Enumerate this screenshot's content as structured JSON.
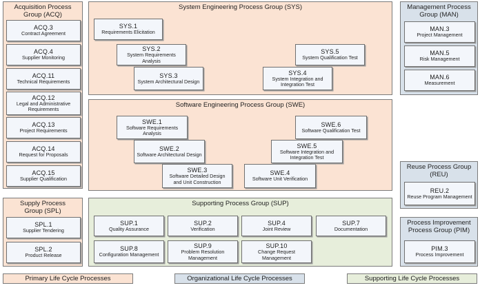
{
  "groups": {
    "acq": {
      "title": "Acquisition Process Group (ACQ)",
      "items": [
        {
          "id": "ACQ.3",
          "name": "Contract Agreement"
        },
        {
          "id": "ACQ.4",
          "name": "Supplier Monitoring"
        },
        {
          "id": "ACQ.11",
          "name": "Technical Requirements"
        },
        {
          "id": "ACQ.12",
          "name": "Legal and Administrative Requirements"
        },
        {
          "id": "ACQ.13",
          "name": "Project Requirements"
        },
        {
          "id": "ACQ.14",
          "name": "Request for Proposals"
        },
        {
          "id": "ACQ.15",
          "name": "Supplier Qualification"
        }
      ]
    },
    "sys": {
      "title": "System Engineering Process Group (SYS)",
      "items": [
        {
          "id": "SYS.1",
          "name": "Requirements Elicitation"
        },
        {
          "id": "SYS.2",
          "name": "System Requirements Analysis"
        },
        {
          "id": "SYS.3",
          "name": "System Architectural Design"
        },
        {
          "id": "SYS.4",
          "name": "System Integration and Integration Test"
        },
        {
          "id": "SYS.5",
          "name": "System Qualification Test"
        }
      ]
    },
    "swe": {
      "title": "Software Engineering Process Group (SWE)",
      "items": [
        {
          "id": "SWE.1",
          "name": "Software Requirements Analysis"
        },
        {
          "id": "SWE.2",
          "name": "Software Architectural Design"
        },
        {
          "id": "SWE.3",
          "name": "Software Detailed Design and Unit Construction"
        },
        {
          "id": "SWE.4",
          "name": "Software Unit Verification"
        },
        {
          "id": "SWE.5",
          "name": "Software Integration and Integration Test"
        },
        {
          "id": "SWE.6",
          "name": "Software Qualification Test"
        }
      ]
    },
    "spl": {
      "title": "Supply Process Group (SPL)",
      "items": [
        {
          "id": "SPL.1",
          "name": "Supplier Tendering"
        },
        {
          "id": "SPL.2",
          "name": "Product Release"
        }
      ]
    },
    "sup": {
      "title": "Supporting Process Group (SUP)",
      "items": [
        {
          "id": "SUP.1",
          "name": "Quality Assurance"
        },
        {
          "id": "SUP.2",
          "name": "Verification"
        },
        {
          "id": "SUP.4",
          "name": "Joint Review"
        },
        {
          "id": "SUP.7",
          "name": "Documentation"
        },
        {
          "id": "SUP.8",
          "name": "Configuration Management"
        },
        {
          "id": "SUP.9",
          "name": "Problem Resolution Management"
        },
        {
          "id": "SUP.10",
          "name": "Change Request Management"
        }
      ]
    },
    "man": {
      "title": "Management Process Group (MAN)",
      "items": [
        {
          "id": "MAN.3",
          "name": "Project Management"
        },
        {
          "id": "MAN.5",
          "name": "Risk Management"
        },
        {
          "id": "MAN.6",
          "name": "Measurement"
        }
      ]
    },
    "reu": {
      "title": "Reuse Process Group (REU)",
      "items": [
        {
          "id": "REU.2",
          "name": "Reuse Program Management"
        }
      ]
    },
    "pim": {
      "title": "Process Improvement Process Group (PIM)",
      "items": [
        {
          "id": "PIM.3",
          "name": "Process Improvement"
        }
      ]
    }
  },
  "legend": {
    "primary": "Primary Life Cycle Processes",
    "organizational": "Organizational Life Cycle Processes",
    "supporting": "Supporting Life Cycle Processes"
  },
  "colors": {
    "primary_fill": "#fbe3d3",
    "organizational_fill": "#d8e1ea",
    "supporting_fill": "#e7eedb",
    "process_box_fill": "#f3f6fb"
  }
}
